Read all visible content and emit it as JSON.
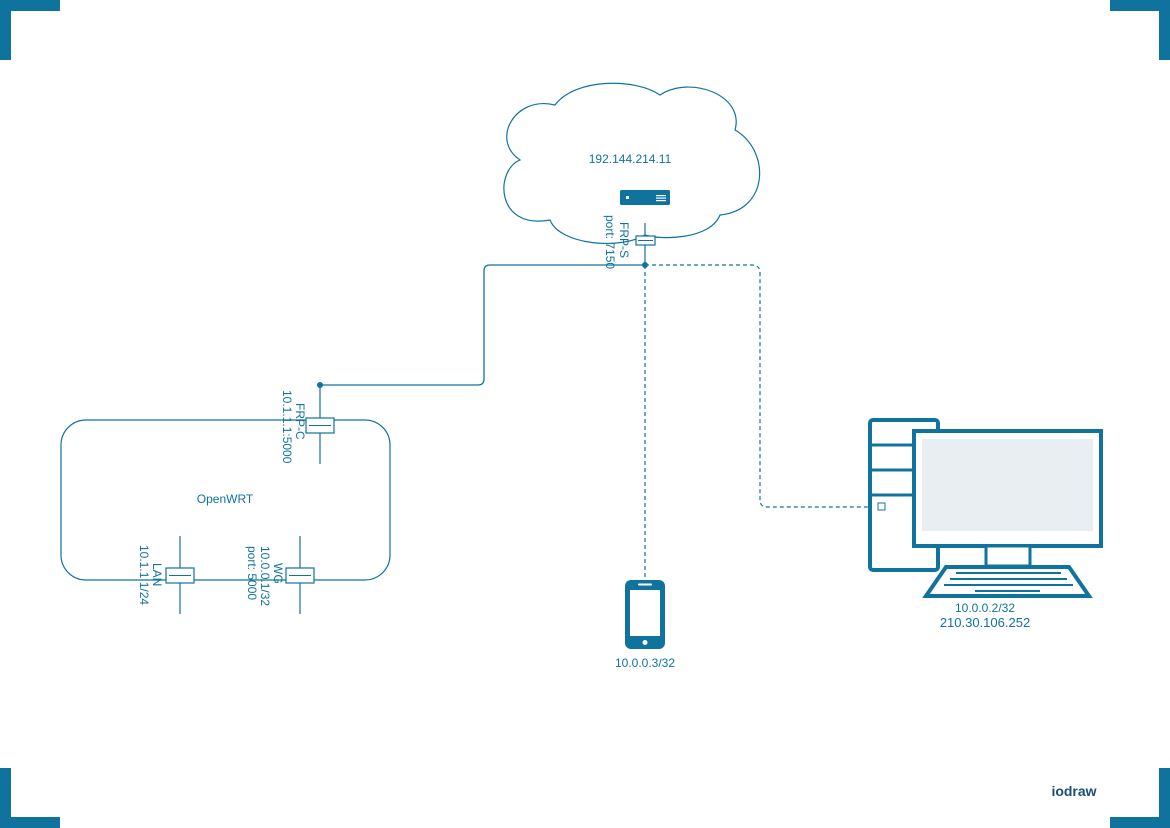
{
  "colors": {
    "accent": "#10739e",
    "line": "#10739e",
    "background": "#ffffff",
    "corner_marks": "#10739e"
  },
  "nodes": {
    "cloud": {
      "ip": "192.144.214.11",
      "icon": "server-icon",
      "service_name": "FRP-S",
      "service_port": "port: 7150"
    },
    "openwrt": {
      "label": "OpenWRT",
      "frp_c_name": "FRP-C",
      "frp_c_addr": "10.1.1.1:5000",
      "lan_name": "LAN",
      "lan_addr": "10.1.1.1/24",
      "wg_name": "WG",
      "wg_addr": "10.0.0.1/32",
      "wg_port": "port: 5000"
    },
    "phone": {
      "icon": "smartphone-icon",
      "label": "10.0.0.3/32"
    },
    "pc": {
      "icon": "desktop-computer-icon",
      "label_1": "10.0.0.2/32",
      "label_2": "210.30.106.252"
    }
  },
  "watermark": "iodraw"
}
